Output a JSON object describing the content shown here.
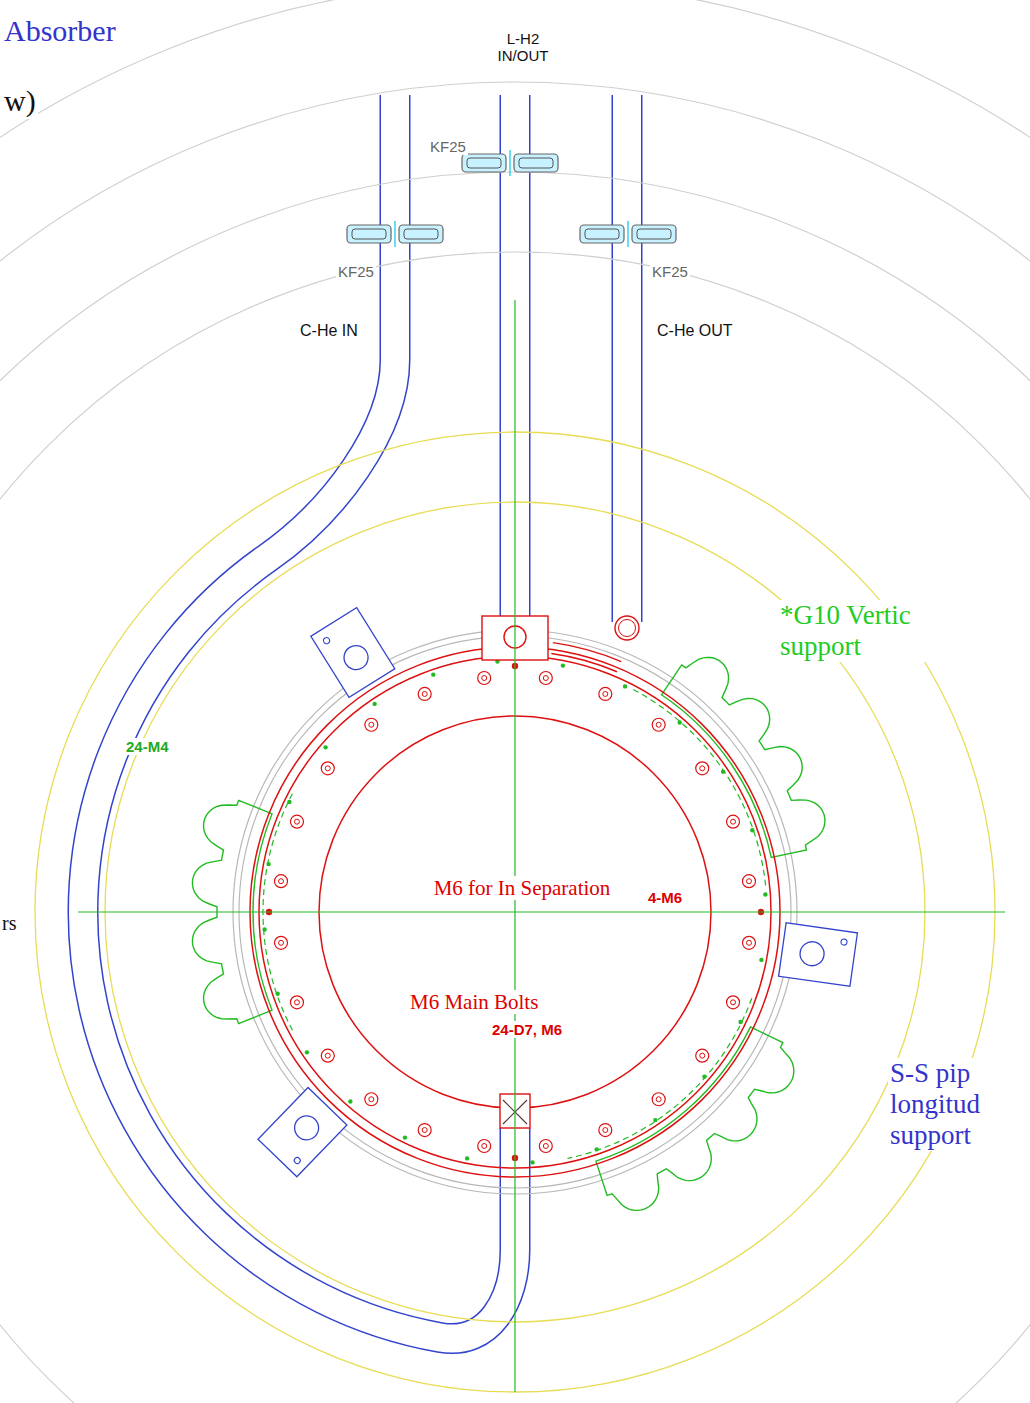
{
  "diagram": {
    "labels": [
      "Absorber",
      "w)",
      "L-H2 IN/OUT",
      "KF25",
      "KF25",
      "KF25",
      "C-He IN",
      "C-He OUT",
      "*G10 Vertic support",
      "24-M4",
      "M6 for In Separation",
      "rs",
      "4-M6",
      "M6 Main Bolts",
      "24-D7, M6",
      "S-S pip longitud support"
    ]
  }
}
